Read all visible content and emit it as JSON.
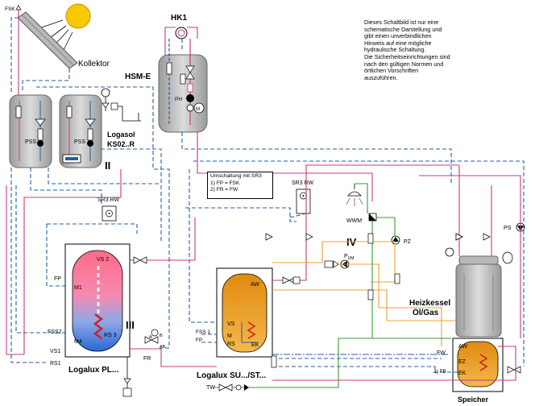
{
  "labels": {
    "fsk": "FSK",
    "kollektor": "Kollektor",
    "hk1": "HK1",
    "hsm_e": "HSM-E",
    "ph": "PH",
    "pss_left": "PSS",
    "pss_right": "PSS",
    "logasol_1": "Logasol",
    "logasol_2": "KS02..R",
    "roman_2": "II",
    "roman_3": "III",
    "roman_4": "IV",
    "sr3_rw_left": "SR3 RW",
    "sr3_rw_right": "SR3 RW",
    "fp": "FP",
    "m1": "M1",
    "vs2": "VS 2",
    "fss2": "FSS2",
    "m4": "M4",
    "rs3": "RS 3",
    "vs1": "VS1",
    "rs1": "RS1",
    "fr": "FR",
    "ab": "AB",
    "a": "A",
    "b": "B",
    "logalux_pl": "Logalux PL...",
    "aw_mid": "AW",
    "vs_mid": "VS",
    "m_mid": "M",
    "rs_mid": "RS",
    "ek_mid": "EK",
    "fss1": "FSS 1",
    "fp_mid": "FP",
    "logalux_su": "Logalux  SU.../ST...",
    "tw": "TW",
    "wwm": "WWM",
    "pz": "PZ",
    "pum": "P",
    "pum_sub": "UM",
    "ps": "PS",
    "heizkessel_1": "Heizkessel",
    "heizkessel_2": "Öl/Gas",
    "aw_right": "AW",
    "fw": "FW",
    "ez": "EZ",
    "ek_right": "EK",
    "fb2": "2) FB",
    "speicher": "Speicher"
  },
  "note_lines": [
    "Dieses Schaltbild ist nur eine",
    "schematische Darstellung und",
    "gibt einen unverbindlichen",
    "Hinweis auf eine mögliche",
    "hydraulische Schaltung.",
    "Die Sicherheitseinrichtungen sind",
    "nach den gültigen Normen und",
    "örtlichen Vorschriften",
    "auszuführen."
  ],
  "umschaltung_lines": [
    "Umschaltung mit SR3",
    "1) FP = FSK",
    "2) FR = FW"
  ],
  "colors": {
    "solar_blue": "#1f5fa8",
    "heating_pink": "#c8387e",
    "dhw_orange": "#f0a030",
    "cold_green": "#3a9a3a",
    "collector_gray": "#8a8a8a",
    "sun_yellow": "#f5c800",
    "tank_blue": "#3070c8",
    "tank_pink": "#f07090",
    "tank_orange": "#f0a828"
  }
}
